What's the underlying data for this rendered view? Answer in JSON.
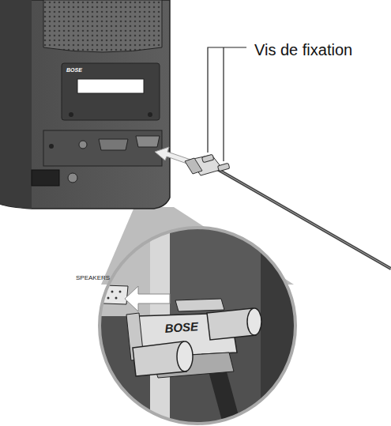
{
  "diagram": {
    "labels": [
      "Vis de fixation",
      "BOSE",
      "SPEAKERS",
      "BOSE"
    ]
  }
}
